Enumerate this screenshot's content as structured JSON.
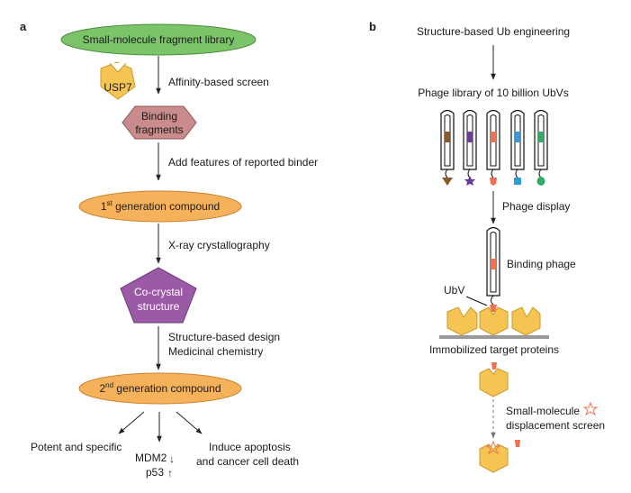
{
  "panel_a": {
    "label": "a",
    "library": "Small-molecule fragment library",
    "usp7": "USP7",
    "affinity_screen": "Affinity-based screen",
    "binding_fragments_line1": "Binding",
    "binding_fragments_line2": "fragments",
    "add_features": "Add features of reported binder",
    "gen1_prefix": "1",
    "gen1_sup": "st",
    "gen1_suffix": " generation compound",
    "xray": "X-ray crystallography",
    "cocrystal_line1": "Co-crystal",
    "cocrystal_line2": "structure",
    "design_line1": "Structure-based design",
    "design_line2": "Medicinal chemistry",
    "gen2_prefix": "2",
    "gen2_sup": "nd",
    "gen2_suffix": " generation compound",
    "outcome_potent": "Potent and specific",
    "outcome_mdm2": "MDM2",
    "outcome_mdm2_arrow": "↓",
    "outcome_p53": "p53",
    "outcome_p53_arrow": "↑",
    "outcome_apoptosis_line1": "Induce apoptosis",
    "outcome_apoptosis_line2": "and cancer cell death"
  },
  "panel_b": {
    "label": "b",
    "engineering": "Structure-based Ub engineering",
    "phage_library": "Phage library of 10 billion UbVs",
    "phage_display": "Phage display",
    "binding_phage": "Binding phage",
    "ubv": "UbV",
    "immobilized": "Immobilized target proteins",
    "displacement_line1": "Small-molecule",
    "displacement_line2": "displacement screen"
  },
  "colors": {
    "library_fill": "#7cc46a",
    "usp7_fill": "#f6c453",
    "fragments_fill": "#c98b8b",
    "compound_fill": "#f6b25b",
    "cocrystal_fill": "#9b5aa6",
    "target_protein": "#f6c453",
    "ubv_marker": "#f07050",
    "phage_tags": [
      "#8b5a2b",
      "#6a3d9a",
      "#f07050",
      "#3399dd",
      "#33aa66"
    ]
  }
}
